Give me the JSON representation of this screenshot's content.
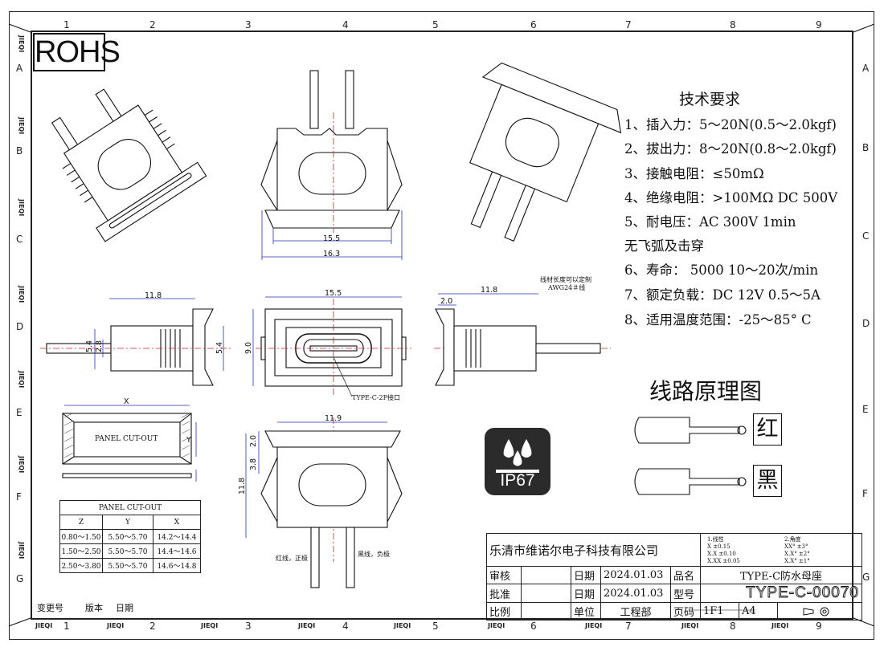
{
  "grid": {
    "columns": [
      "1",
      "2",
      "3",
      "4",
      "5",
      "6",
      "7",
      "8",
      "9"
    ],
    "rows": [
      "A",
      "B",
      "C",
      "D",
      "E",
      "F",
      "G"
    ],
    "edge_marker": "JIEQI"
  },
  "rohs": "ROHS",
  "requirements": {
    "title": "技术要求",
    "items": [
      "1、插入力：5～20N(0.5～2.0kgf)",
      "2、拔出力：8～20N(0.8～2.0kgf)",
      "3、接触电阻：≤50mΩ",
      "4、绝缘电阻：>100MΩ  DC  500V",
      "5、耐电压：AC  300V  1min",
      "无飞弧及击穿",
      "6、寿命： 5000 10～20次/min",
      "7、额定负载：DC  12V  0.5～5A",
      "8、适用温度范围：-25～85° C"
    ]
  },
  "circuit": {
    "title": "线路原理图",
    "red": "红",
    "black": "黑"
  },
  "ip_rating": "IP67",
  "dims": {
    "d155_top": "15.5",
    "d163": "16.3",
    "d118_left": "11.8",
    "d54a": "5.4",
    "d28": "2.8",
    "d54b": "5.4",
    "d155_mid": "15.5",
    "d90": "9.0",
    "d118_right": "11.8",
    "d20_right": "2.0",
    "d119": "11.9",
    "d20_bot": "2.0",
    "d38": "3.8",
    "d118_bot": "11.8",
    "x": "X",
    "y": "Y"
  },
  "notes": {
    "wire_length": "线材长度可以定制",
    "awg": "AWG24＃线",
    "port": "TYPE-C-2P接口",
    "red_wire": "红线，正极",
    "black_wire": "黑线，负极",
    "panel_cutout": "PANEL CUT-OUT"
  },
  "panel_table": {
    "title": "PANEL CUT-OUT",
    "headers": [
      "Z",
      "Y",
      "X"
    ],
    "rows": [
      [
        "0.80～1.50",
        "5.50～5.70",
        "14.2～14.4"
      ],
      [
        "1.50～2.50",
        "5.50～5.70",
        "14.4～14.6"
      ],
      [
        "2.50～3.80",
        "5.50～5.70",
        "14.6～14.8"
      ]
    ]
  },
  "revision": {
    "change_no": "变更号",
    "version": "版本",
    "date": "日期"
  },
  "title_block": {
    "company": "乐清市维诺尔电子科技有限公司",
    "linear_title": "1.线性",
    "linear": [
      "X    ±0.15",
      "X.X   ±0.10",
      "X.XX   ±0.05"
    ],
    "angle_title": "2.角度",
    "angle": [
      "XX°  ±3°",
      "X.X°  ±2°",
      "X.X°  ±1°"
    ],
    "review_label": "审核",
    "approve_label": "批准",
    "scale_label": "比例",
    "date_label": "日期",
    "date1": "2024.01.03",
    "date2": "2024.01.03",
    "unit_label": "单位",
    "unit": "工程部",
    "name_label": "品名",
    "name": "TYPE-C防水母座",
    "model_label": "型号",
    "model": "TYPE-C-00070",
    "page_label": "页码",
    "page": "1F1",
    "size": "A4"
  }
}
